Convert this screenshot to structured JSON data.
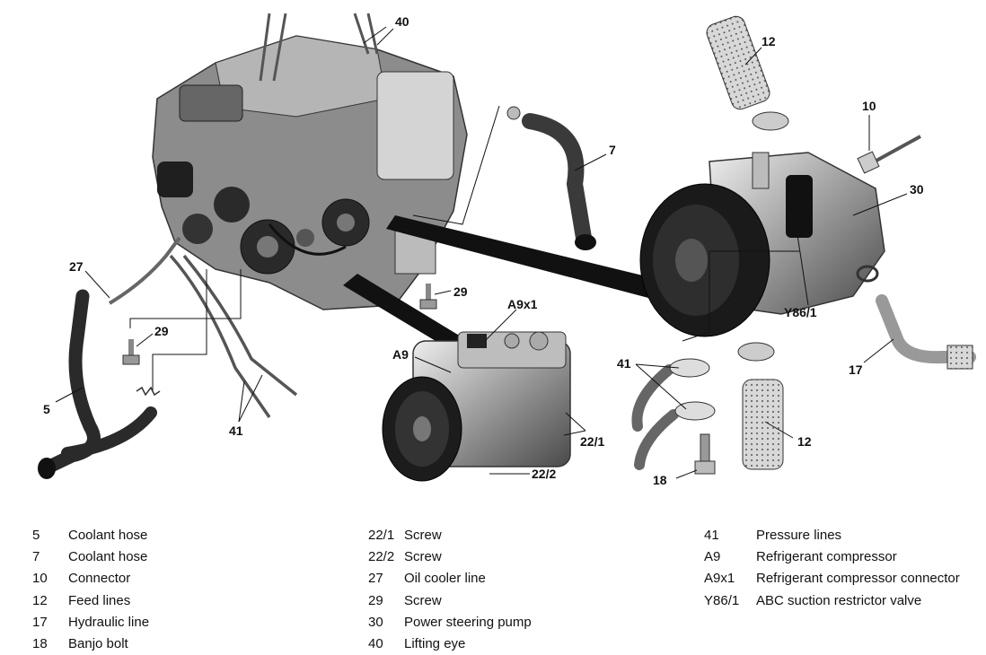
{
  "callouts": {
    "c40": "40",
    "c12_top": "12",
    "c10": "10",
    "c7": "7",
    "c30": "30",
    "c27": "27",
    "c29_right": "29",
    "c29_left": "29",
    "c5": "5",
    "c41_left": "41",
    "cA9x1": "A9x1",
    "cA9": "A9",
    "c22_1": "22/1",
    "c22_2": "22/2",
    "cY86_1": "Y86/1",
    "c41_right": "41",
    "c17": "17",
    "c12_bottom": "12",
    "c18": "18"
  },
  "legend": {
    "col1": [
      {
        "num": "5",
        "label": "Coolant hose"
      },
      {
        "num": "7",
        "label": "Coolant hose"
      },
      {
        "num": "10",
        "label": "Connector"
      },
      {
        "num": "12",
        "label": "Feed lines"
      },
      {
        "num": "17",
        "label": "Hydraulic line"
      },
      {
        "num": "18",
        "label": "Banjo bolt"
      }
    ],
    "col2": [
      {
        "num": "22/1",
        "label": "Screw"
      },
      {
        "num": "22/2",
        "label": "Screw"
      },
      {
        "num": "27",
        "label": "Oil cooler line"
      },
      {
        "num": "29",
        "label": "Screw"
      },
      {
        "num": "30",
        "label": "Power steering pump"
      },
      {
        "num": "40",
        "label": "Lifting eye"
      }
    ],
    "col3": [
      {
        "num": "41",
        "label": "Pressure lines"
      },
      {
        "num": "A9",
        "label": "Refrigerant compressor"
      },
      {
        "num": "A9x1",
        "label": "Refrigerant compressor connector"
      },
      {
        "num": "Y86/1",
        "label": "ABC suction restrictor valve"
      }
    ]
  }
}
